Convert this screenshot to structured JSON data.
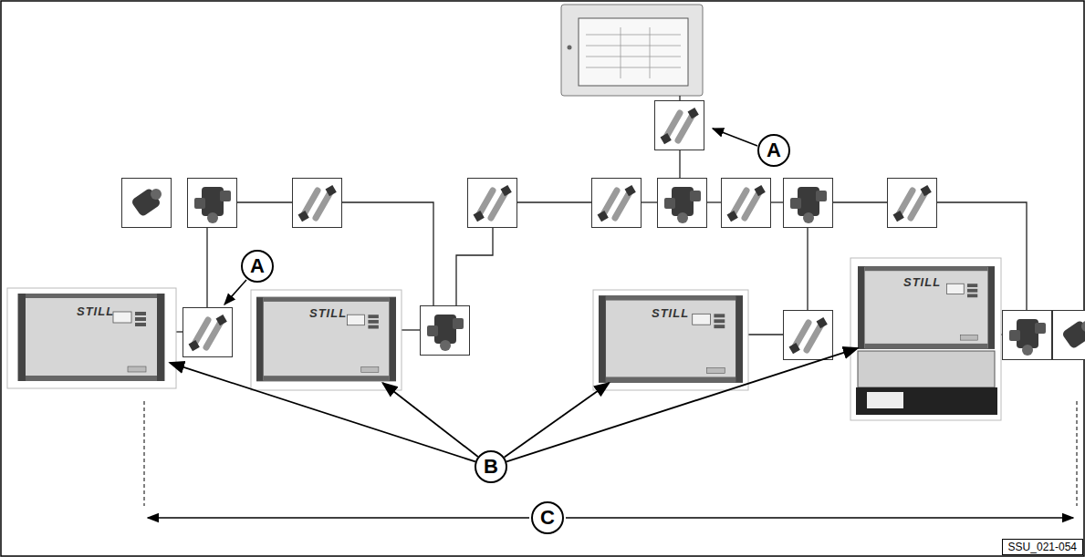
{
  "diagram": {
    "nodes": [
      {
        "text": [
          "A"
        ]
      },
      {
        "text": [
          "A"
        ]
      },
      {
        "text": [
          "STILL"
        ]
      },
      {
        "text": [
          "STILL"
        ]
      },
      {
        "text": [
          "STILL"
        ]
      },
      {
        "text": [
          "STILL"
        ]
      },
      {
        "text": [
          "B"
        ]
      },
      {
        "text": [
          "C"
        ]
      }
    ],
    "edges": [
      {
        "from": 6,
        "to": 2,
        "arrow": "to"
      },
      {
        "from": 6,
        "to": 3,
        "arrow": "to"
      },
      {
        "from": 6,
        "to": 4,
        "arrow": "to"
      },
      {
        "from": 6,
        "to": 5,
        "arrow": "to"
      }
    ],
    "labels": [
      "SSU_021-054"
    ]
  }
}
